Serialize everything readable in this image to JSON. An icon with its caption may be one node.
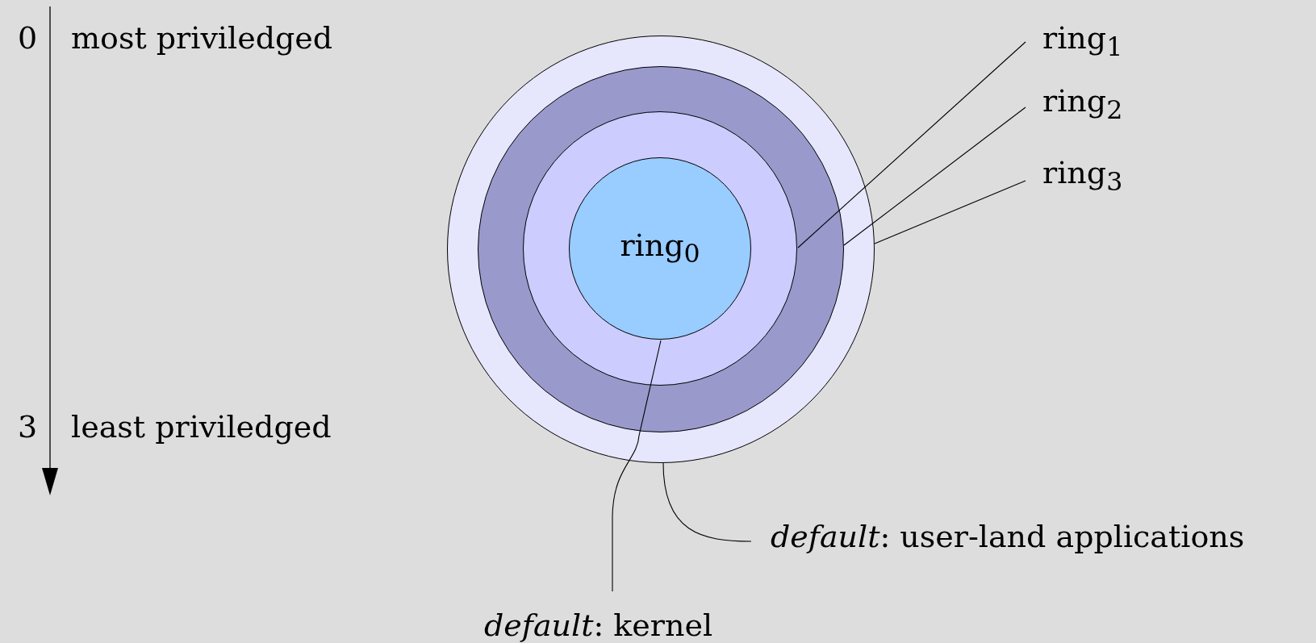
{
  "diagram": {
    "nodes": [
      {
        "text": [],
        "shape": "circle"
      },
      {
        "text": [],
        "shape": "circle",
        "in": 0
      },
      {
        "text": [],
        "shape": "circle",
        "in": 1
      },
      {
        "text": [
          "ring$_{0}$"
        ],
        "in": 2
      },
      {
        "text": [
          "ring$_{1}$"
        ]
      },
      {
        "text": [
          "ring$_{2}$"
        ]
      },
      {
        "text": [
          "ring$_{3}$"
        ]
      },
      {
        "text": [
          "*default*: user-land applications"
        ]
      },
      {
        "text": [
          "*default*: kernel"
        ]
      }
    ],
    "edges": [
      {
        "from": 4,
        "to": 2,
        "arrow": "none"
      },
      {
        "from": 5,
        "to": 1,
        "arrow": "none"
      },
      {
        "from": 6,
        "to": 0,
        "arrow": "none"
      },
      {
        "from": 7,
        "to": 0,
        "arrow": "none"
      },
      {
        "from": 8,
        "to": 3,
        "arrow": "none"
      }
    ],
    "labels": [
      "0",
      "most priviledged",
      "3",
      "least priviledged"
    ]
  }
}
